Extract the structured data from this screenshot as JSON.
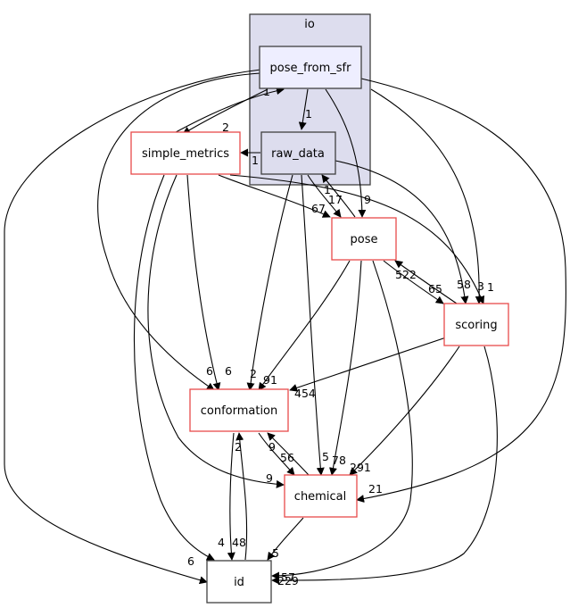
{
  "graph": {
    "cluster": {
      "label": "io"
    },
    "nodes": {
      "pose_from_sfr": "pose_from_sfr",
      "raw_data": "raw_data",
      "simple_metrics": "simple_metrics",
      "pose": "pose",
      "scoring": "scoring",
      "conformation": "conformation",
      "chemical": "chemical",
      "id": "id"
    },
    "edge_labels": {
      "sm_to_pfs": "1",
      "pfs_to_sm": "2",
      "pfs_to_rd": "1",
      "rd_to_sm": "1",
      "sm_to_pose": "67",
      "pose_to_rd": "17",
      "rd_to_pose_1": "1",
      "pfs_to_pose": "9",
      "pose_to_scoring": "65",
      "scoring_to_pose": "522",
      "rd_to_scoring": "58",
      "pfs_to_scoring": "3",
      "sm_to_scoring": "1",
      "pfs_to_conf": "6",
      "sm_to_conf": "6",
      "rd_to_conf": "2",
      "pose_to_conf": "91",
      "scoring_to_conf": "454",
      "conf_to_chem": "56",
      "chem_to_conf": "9",
      "sm_to_chem": "9",
      "rd_to_chem": "5",
      "pose_to_chem": "78",
      "scoring_to_chem": "291",
      "pfs_to_chem": "21",
      "id_to_conf": "2",
      "conf_to_id": "48",
      "sm_to_id": "4",
      "chem_to_id": "5",
      "pfs_to_id": "6",
      "pose_to_id": "57",
      "scoring_to_id": "229"
    }
  }
}
